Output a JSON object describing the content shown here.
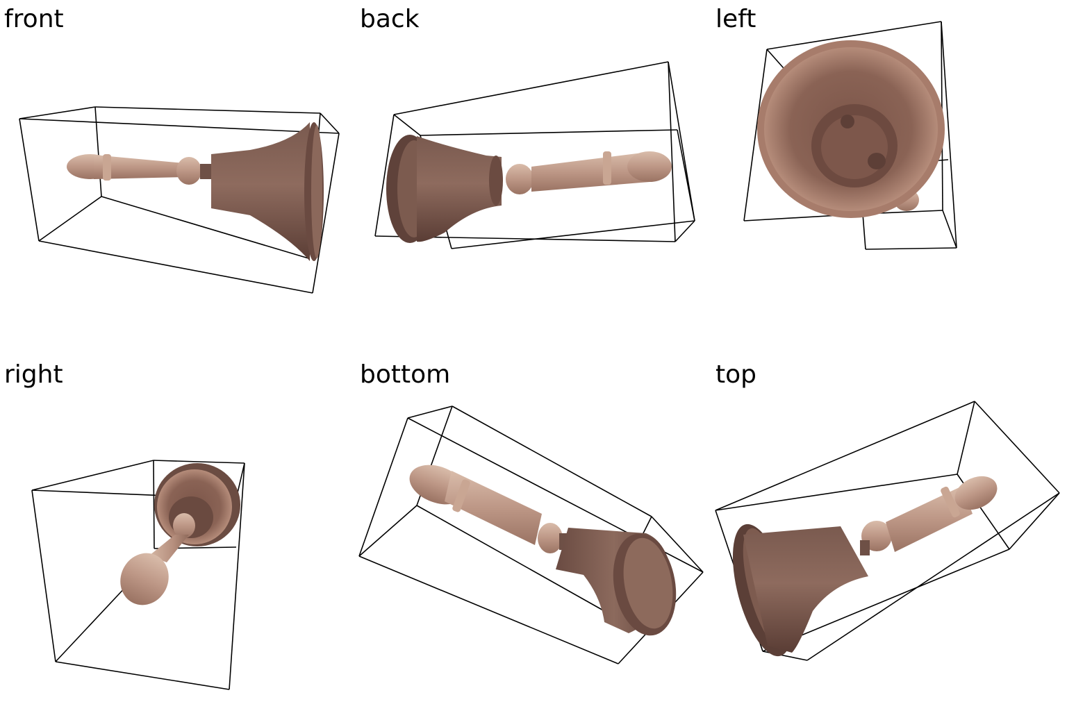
{
  "views": [
    {
      "key": "front",
      "label": "front"
    },
    {
      "key": "back",
      "label": "back"
    },
    {
      "key": "left",
      "label": "left"
    },
    {
      "key": "right",
      "label": "right"
    },
    {
      "key": "bottom",
      "label": "bottom"
    },
    {
      "key": "top",
      "label": "top"
    }
  ],
  "colors": {
    "background": "#ffffff",
    "bounding_box_stroke": "#000000",
    "bell_bronze_light": "#9c7566",
    "bell_bronze_dark": "#5e4038",
    "handle_wood_light": "#d8b8a5",
    "handle_wood_dark": "#9c7565"
  },
  "object": "hand-bell"
}
